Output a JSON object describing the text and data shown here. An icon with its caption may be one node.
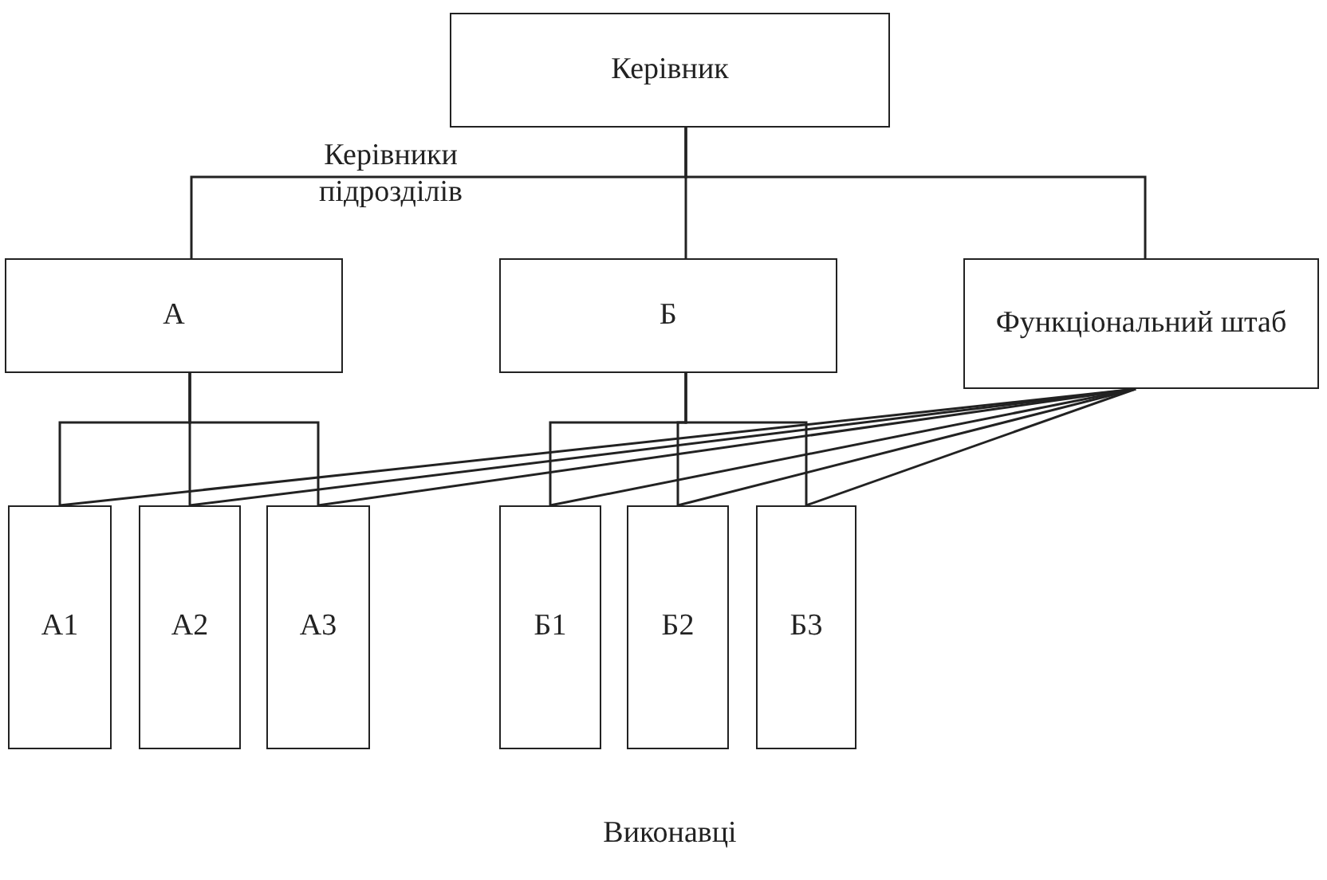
{
  "diagram": {
    "nodes": [
      {
        "text": [
          "Керівник"
        ]
      },
      {
        "text": [
          "А"
        ]
      },
      {
        "text": [
          "Б"
        ]
      },
      {
        "text": [
          "Функціональний штаб"
        ]
      },
      {
        "text": [
          "А1"
        ]
      },
      {
        "text": [
          "А2"
        ]
      },
      {
        "text": [
          "А3"
        ]
      },
      {
        "text": [
          "Б1"
        ]
      },
      {
        "text": [
          "Б2"
        ]
      },
      {
        "text": [
          "Б3"
        ]
      }
    ],
    "edges": [
      {
        "from": 0,
        "to": 1,
        "arrow": "none"
      },
      {
        "from": 0,
        "to": 2,
        "arrow": "none"
      },
      {
        "from": 0,
        "to": 3,
        "arrow": "none"
      },
      {
        "from": 1,
        "to": 4,
        "arrow": "none"
      },
      {
        "from": 1,
        "to": 5,
        "arrow": "none"
      },
      {
        "from": 1,
        "to": 6,
        "arrow": "none"
      },
      {
        "from": 2,
        "to": 7,
        "arrow": "none"
      },
      {
        "from": 2,
        "to": 8,
        "arrow": "none"
      },
      {
        "from": 2,
        "to": 9,
        "arrow": "none"
      },
      {
        "from": 3,
        "to": 4,
        "arrow": "none"
      },
      {
        "from": 3,
        "to": 5,
        "arrow": "none"
      },
      {
        "from": 3,
        "to": 6,
        "arrow": "none"
      },
      {
        "from": 3,
        "to": 7,
        "arrow": "none"
      },
      {
        "from": 3,
        "to": 8,
        "arrow": "none"
      },
      {
        "from": 3,
        "to": 9,
        "arrow": "none"
      }
    ],
    "labels": [
      "Керівники підрозділів",
      "Виконавці"
    ]
  }
}
